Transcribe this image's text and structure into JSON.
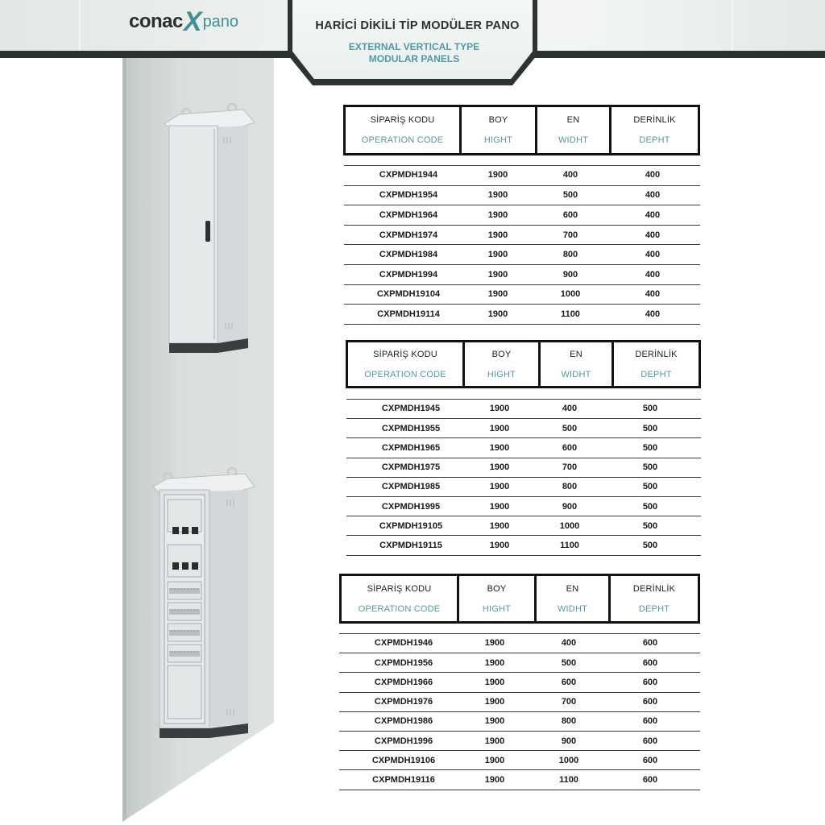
{
  "brand": {
    "logo_left": "conac",
    "logo_x": "X",
    "logo_right": "pano"
  },
  "header": {
    "title_tr": "HARİCİ DİKİLİ TİP MODÜLER PANO",
    "title_en_line1": "EXTERNAL VERTICAL TYPE",
    "title_en_line2": "MODULAR PANELS"
  },
  "colors": {
    "accent": "#4f9aa3",
    "dark_band": "#2d3232"
  },
  "columns": [
    {
      "tr": "SİPARİŞ KODU",
      "en": "OPERATION CODE"
    },
    {
      "tr": "BOY",
      "en": "HIGHT"
    },
    {
      "tr": "EN",
      "en": "WIDHT"
    },
    {
      "tr": "DERİNLİK",
      "en": "DEPHT"
    }
  ],
  "tables": [
    {
      "rows": [
        [
          "CXPMDH1944",
          "1900",
          "400",
          "400"
        ],
        [
          "CXPMDH1954",
          "1900",
          "500",
          "400"
        ],
        [
          "CXPMDH1964",
          "1900",
          "600",
          "400"
        ],
        [
          "CXPMDH1974",
          "1900",
          "700",
          "400"
        ],
        [
          "CXPMDH1984",
          "1900",
          "800",
          "400"
        ],
        [
          "CXPMDH1994",
          "1900",
          "900",
          "400"
        ],
        [
          "CXPMDH19104",
          "1900",
          "1000",
          "400"
        ],
        [
          "CXPMDH19114",
          "1900",
          "1100",
          "400"
        ]
      ]
    },
    {
      "rows": [
        [
          "CXPMDH1945",
          "1900",
          "400",
          "500"
        ],
        [
          "CXPMDH1955",
          "1900",
          "500",
          "500"
        ],
        [
          "CXPMDH1965",
          "1900",
          "600",
          "500"
        ],
        [
          "CXPMDH1975",
          "1900",
          "700",
          "500"
        ],
        [
          "CXPMDH1985",
          "1900",
          "800",
          "500"
        ],
        [
          "CXPMDH1995",
          "1900",
          "900",
          "500"
        ],
        [
          "CXPMDH19105",
          "1900",
          "1000",
          "500"
        ],
        [
          "CXPMDH19115",
          "1900",
          "1100",
          "500"
        ]
      ]
    },
    {
      "rows": [
        [
          "CXPMDH1946",
          "1900",
          "400",
          "600"
        ],
        [
          "CXPMDH1956",
          "1900",
          "500",
          "600"
        ],
        [
          "CXPMDH1966",
          "1900",
          "600",
          "600"
        ],
        [
          "CXPMDH1976",
          "1900",
          "700",
          "600"
        ],
        [
          "CXPMDH1986",
          "1900",
          "800",
          "600"
        ],
        [
          "CXPMDH1996",
          "1900",
          "900",
          "600"
        ],
        [
          "CXPMDH19106",
          "1900",
          "1000",
          "600"
        ],
        [
          "CXPMDH19116",
          "1900",
          "1100",
          "600"
        ]
      ]
    }
  ]
}
